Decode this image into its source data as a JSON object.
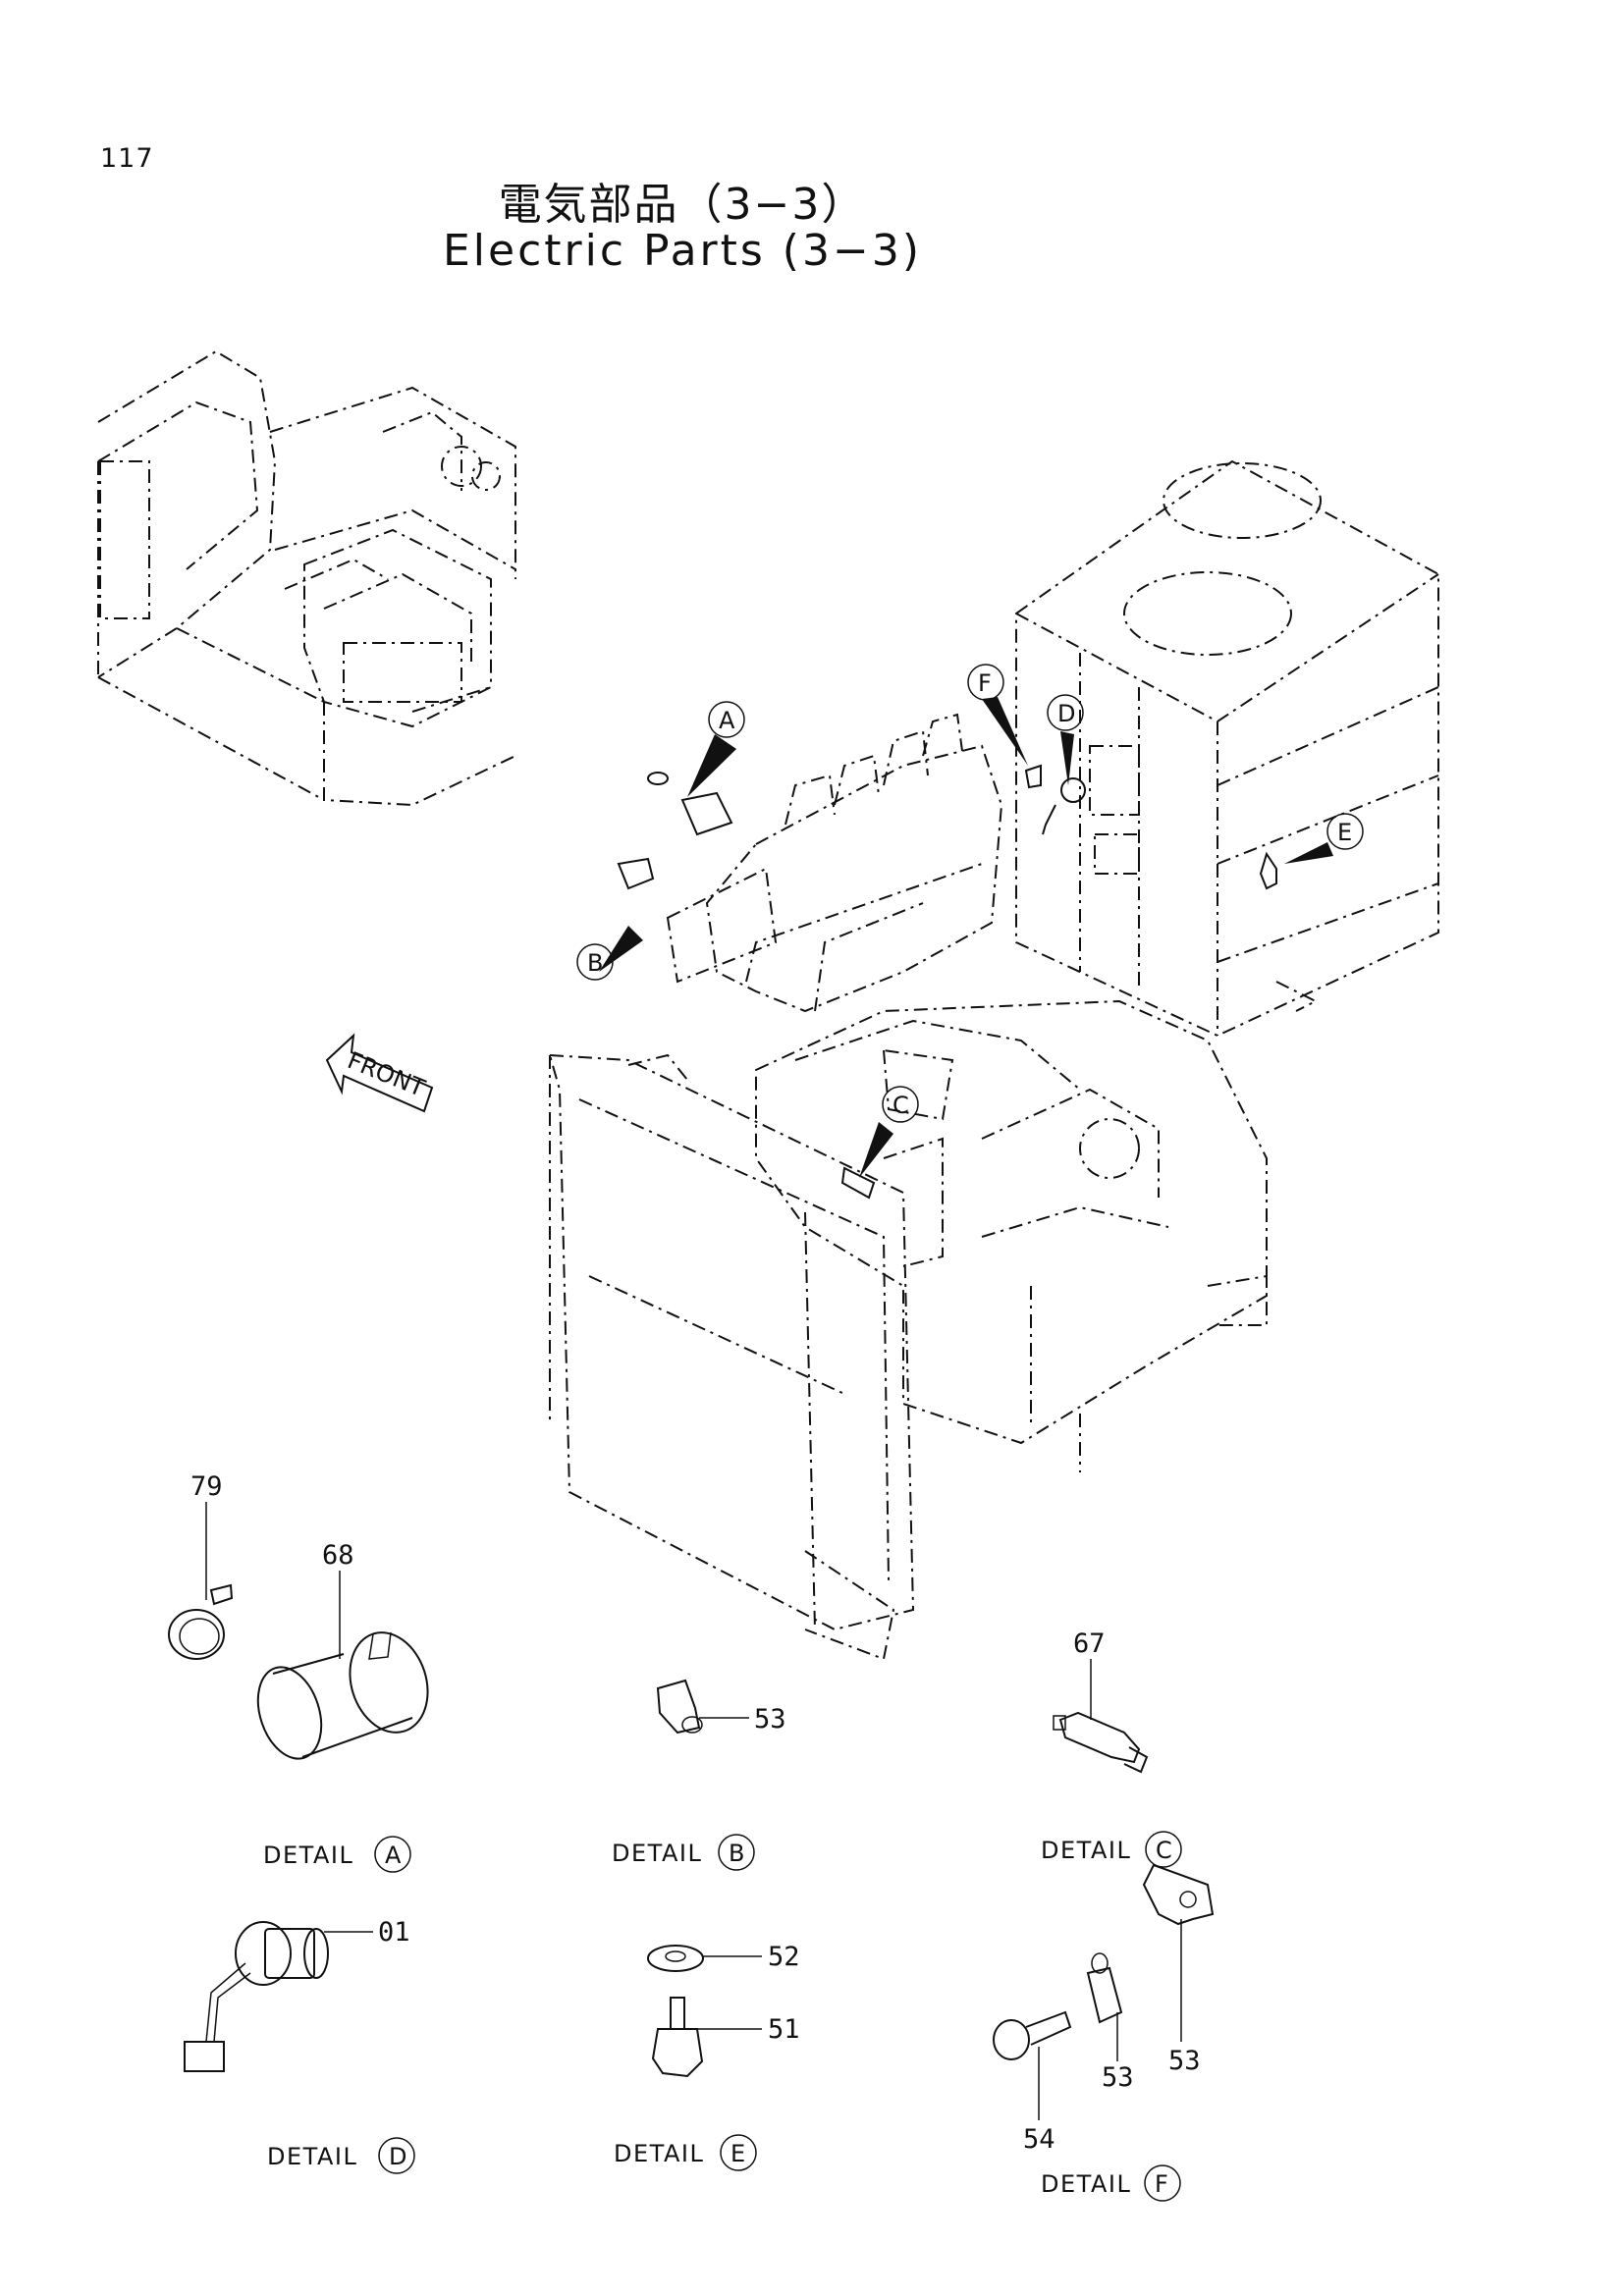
{
  "page": {
    "number": "117",
    "title_jp": "電気部品（3−3）",
    "title_en": "Electric Parts (3−3)"
  },
  "front_arrow": "FRONT",
  "callouts": [
    "A",
    "B",
    "C",
    "D",
    "E",
    "F"
  ],
  "details": {
    "a": {
      "label": "DETAIL",
      "letter": "A",
      "parts": [
        "79",
        "68"
      ]
    },
    "b": {
      "label": "DETAIL",
      "letter": "B",
      "parts": [
        "53"
      ]
    },
    "c": {
      "label": "DETAIL",
      "letter": "C",
      "parts": [
        "67"
      ]
    },
    "d": {
      "label": "DETAIL",
      "letter": "D",
      "parts": [
        "01"
      ]
    },
    "e": {
      "label": "DETAIL",
      "letter": "E",
      "parts": [
        "52",
        "51"
      ]
    },
    "f": {
      "label": "DETAIL",
      "letter": "F",
      "parts": [
        "53",
        "53",
        "54"
      ]
    }
  }
}
